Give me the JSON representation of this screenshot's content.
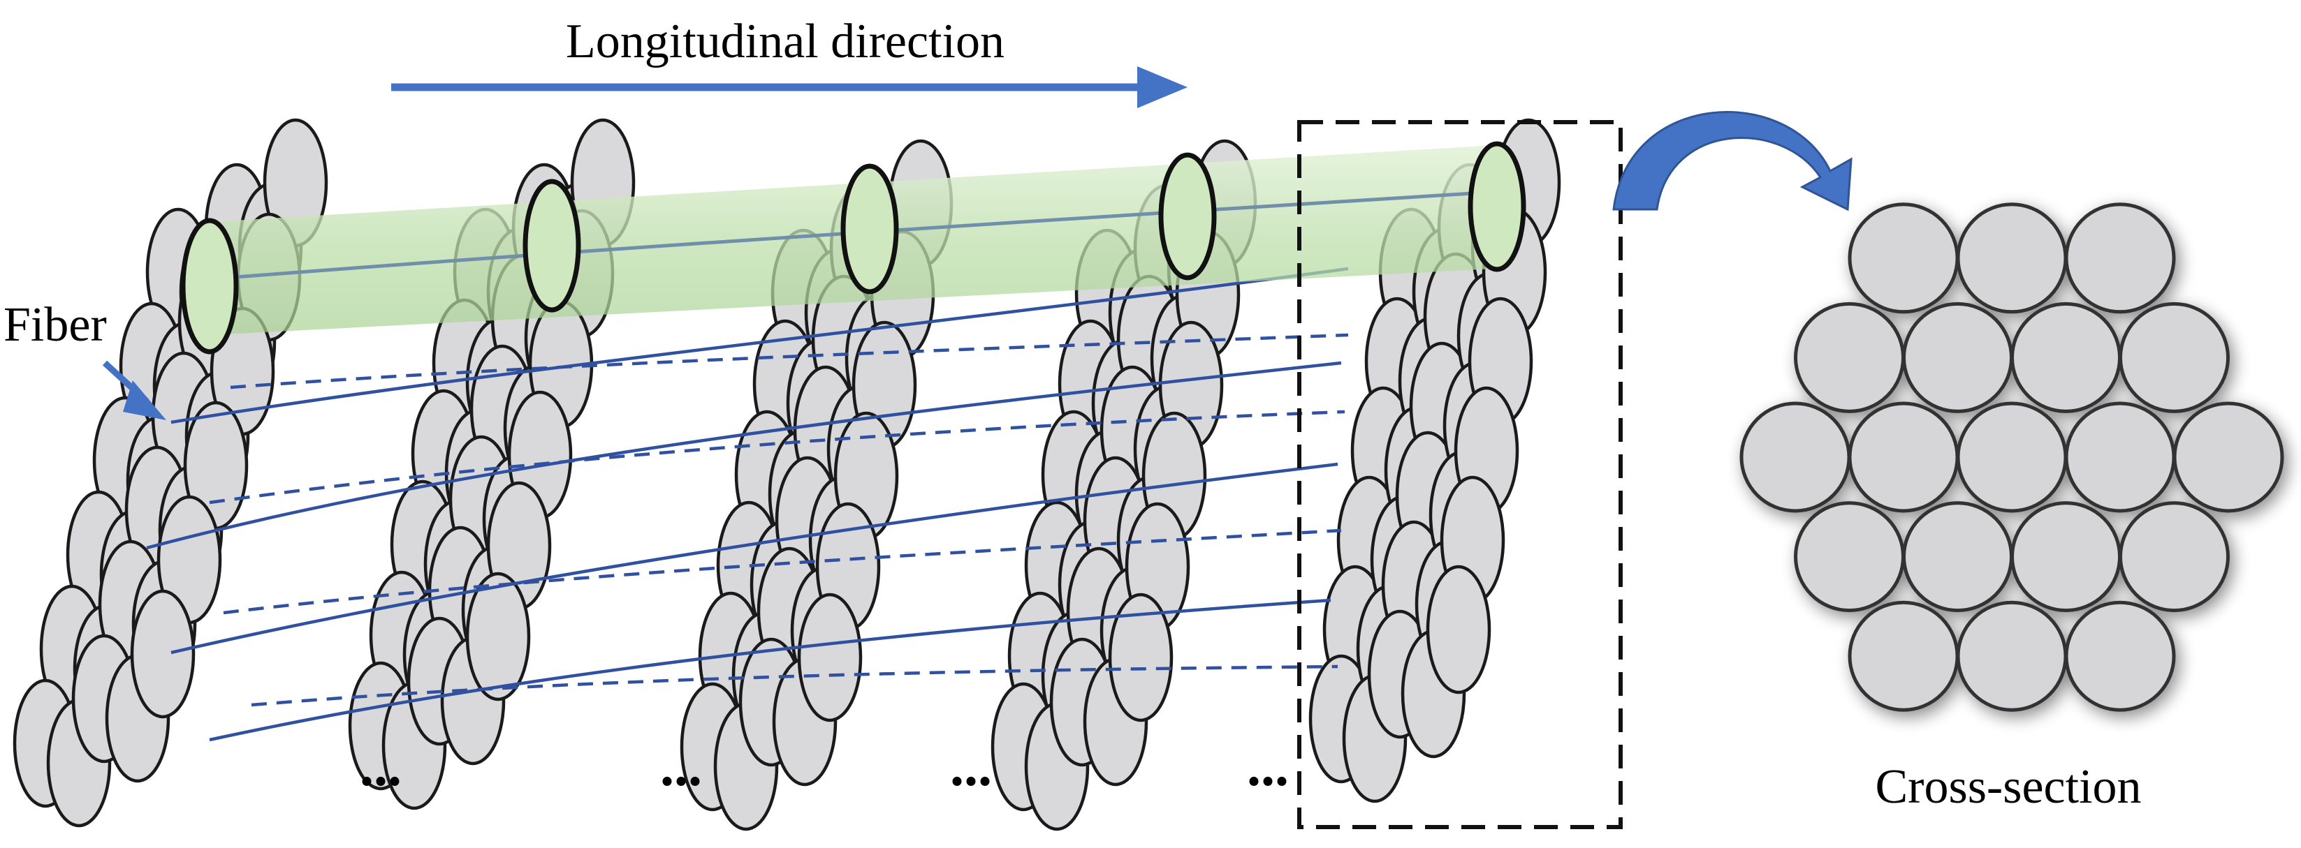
{
  "labels": {
    "longitudinal": "Longitudinal direction",
    "fiber": "Fiber",
    "cross_section": "Cross-section",
    "ellipsis": "..."
  },
  "colors": {
    "arrow_blue": "#4472c4",
    "fiber_line": "#3050a0",
    "tube_green": "#bfe0ad",
    "fiber_fill": "#d9d8da",
    "highlight_fill": "#cfe8c0"
  },
  "icons": {
    "direction_arrow": "long-arrow-right-icon",
    "fiber_pointer": "pointer-arrow-icon",
    "curved_arrow": "curved-arrow-icon"
  }
}
